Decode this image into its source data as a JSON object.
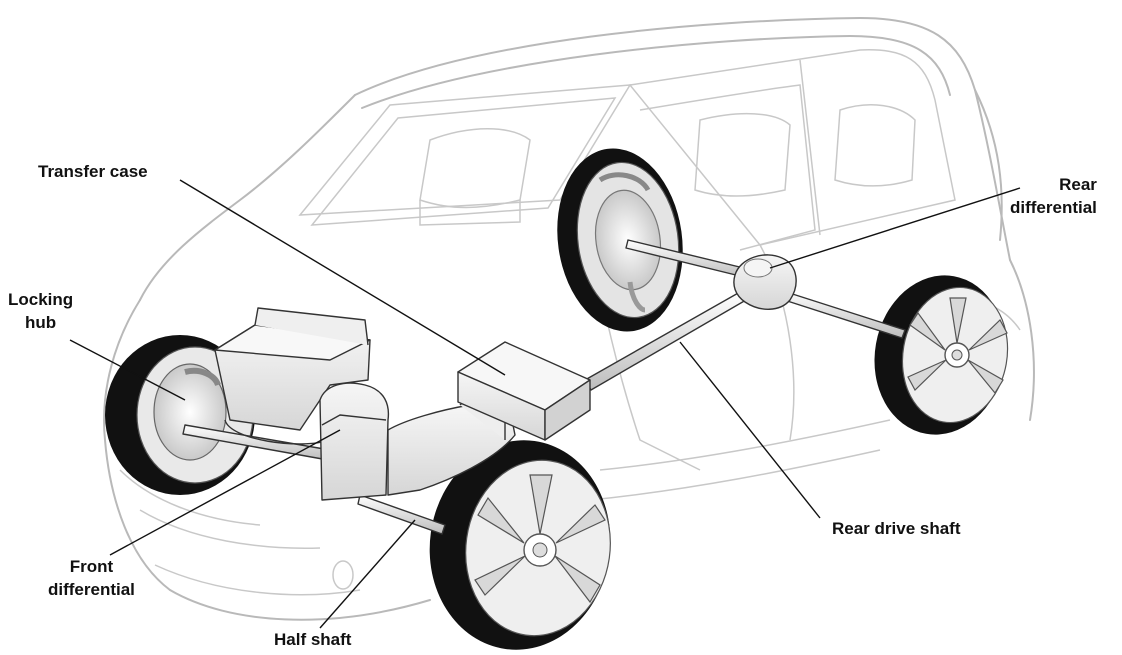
{
  "labels": {
    "transfer_case": "Transfer case",
    "rear_differential_l1": "Rear",
    "rear_differential_l2": "differential",
    "locking_hub_l1": "Locking",
    "locking_hub_l2": "hub",
    "front_differential_l1": "Front",
    "front_differential_l2": "differential",
    "rear_drive_shaft": "Rear drive shaft",
    "half_shaft": "Half shaft"
  },
  "colors": {
    "body_outline": "#b9b9b9",
    "tire": "#111111",
    "component_fill": "#ededed",
    "leader_line": "#111111"
  }
}
